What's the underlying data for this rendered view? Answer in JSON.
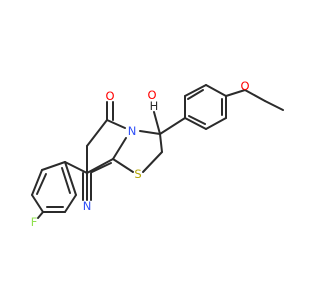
{
  "molecule": {
    "colors": {
      "bond": "#2b2b2b",
      "carbon": "#2b2b2b",
      "oxygen": "#ff0000",
      "nitrogen": "#3050f8",
      "sulfur": "#b3a400",
      "fluorine": "#90e050"
    },
    "atoms": {
      "o_ether": "O",
      "o_hydroxyl": "O",
      "h_hydroxyl": "H",
      "o_carbonyl": "O",
      "n_ring": "N",
      "s_ring": "S",
      "n_nitrile": "N",
      "f_fluoro": "F"
    }
  }
}
